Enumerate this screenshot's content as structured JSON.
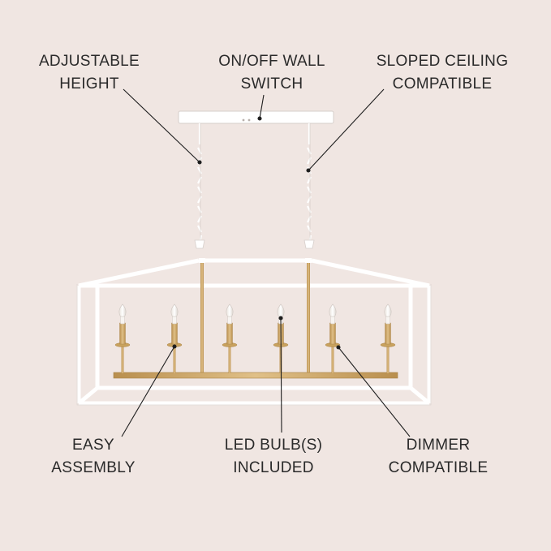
{
  "labels": {
    "adjustable_height": [
      "ADJUSTABLE",
      "HEIGHT"
    ],
    "wall_switch": [
      "ON/OFF WALL",
      "SWITCH"
    ],
    "sloped_ceiling": [
      "SLOPED CEILING",
      "COMPATIBLE"
    ],
    "easy_assembly": [
      "EASY",
      "ASSEMBLY"
    ],
    "led_bulbs": [
      "LED BULB(S)",
      "INCLUDED"
    ],
    "dimmer": [
      "DIMMER",
      "COMPATIBLE"
    ]
  },
  "colors": {
    "background": "#f0e6e2",
    "frame": "#ffffff",
    "frame_edge": "#d9d2cf",
    "brass": "#c9a25e",
    "text": "#2a2a2a",
    "callout_line": "#1e1e1e"
  },
  "product": {
    "type": "linear-cage-chandelier",
    "candle_count": 6
  }
}
